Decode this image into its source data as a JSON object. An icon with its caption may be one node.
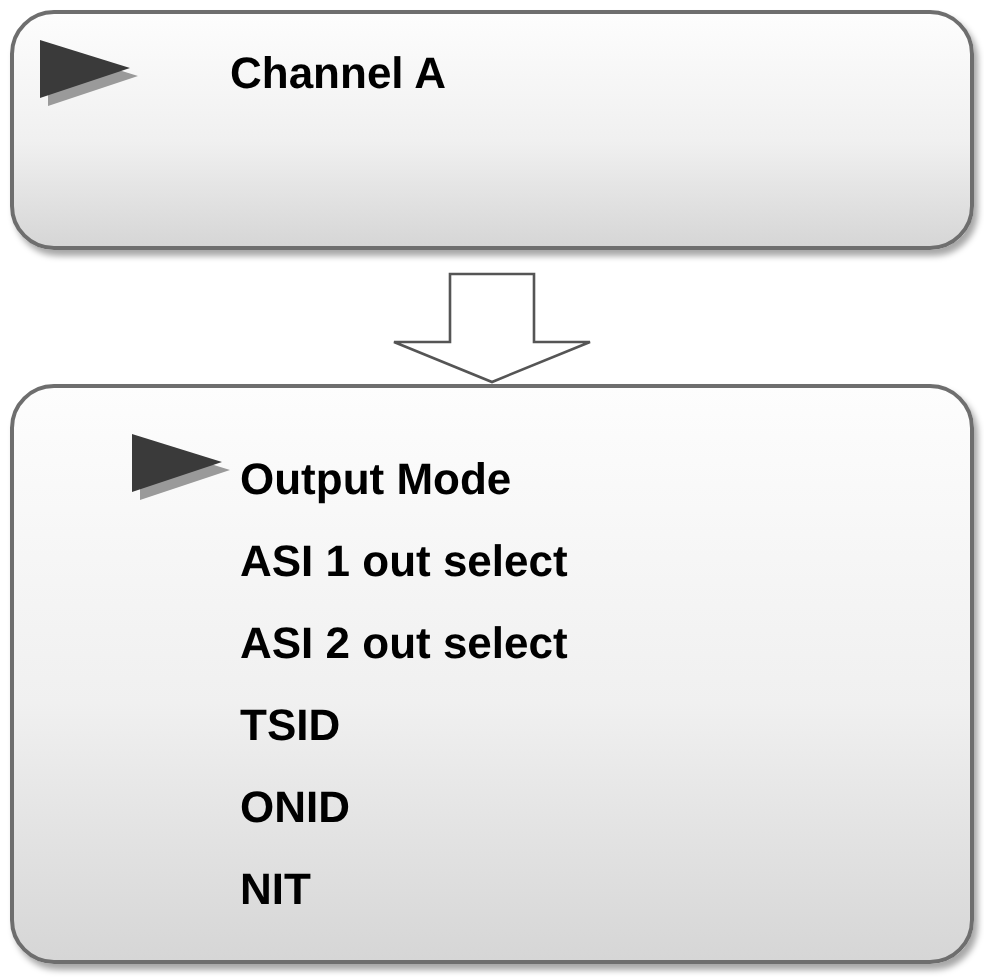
{
  "diagram": {
    "nodes": [
      {
        "text": [
          "Channel A"
        ]
      },
      {
        "text": [
          "Output Mode",
          "ASI 1 out select",
          "ASI 2 out select",
          "TSID",
          "ONID",
          "NIT"
        ]
      }
    ],
    "edges": [
      {
        "from": 0,
        "to": 1,
        "arrow": "to"
      }
    ]
  }
}
